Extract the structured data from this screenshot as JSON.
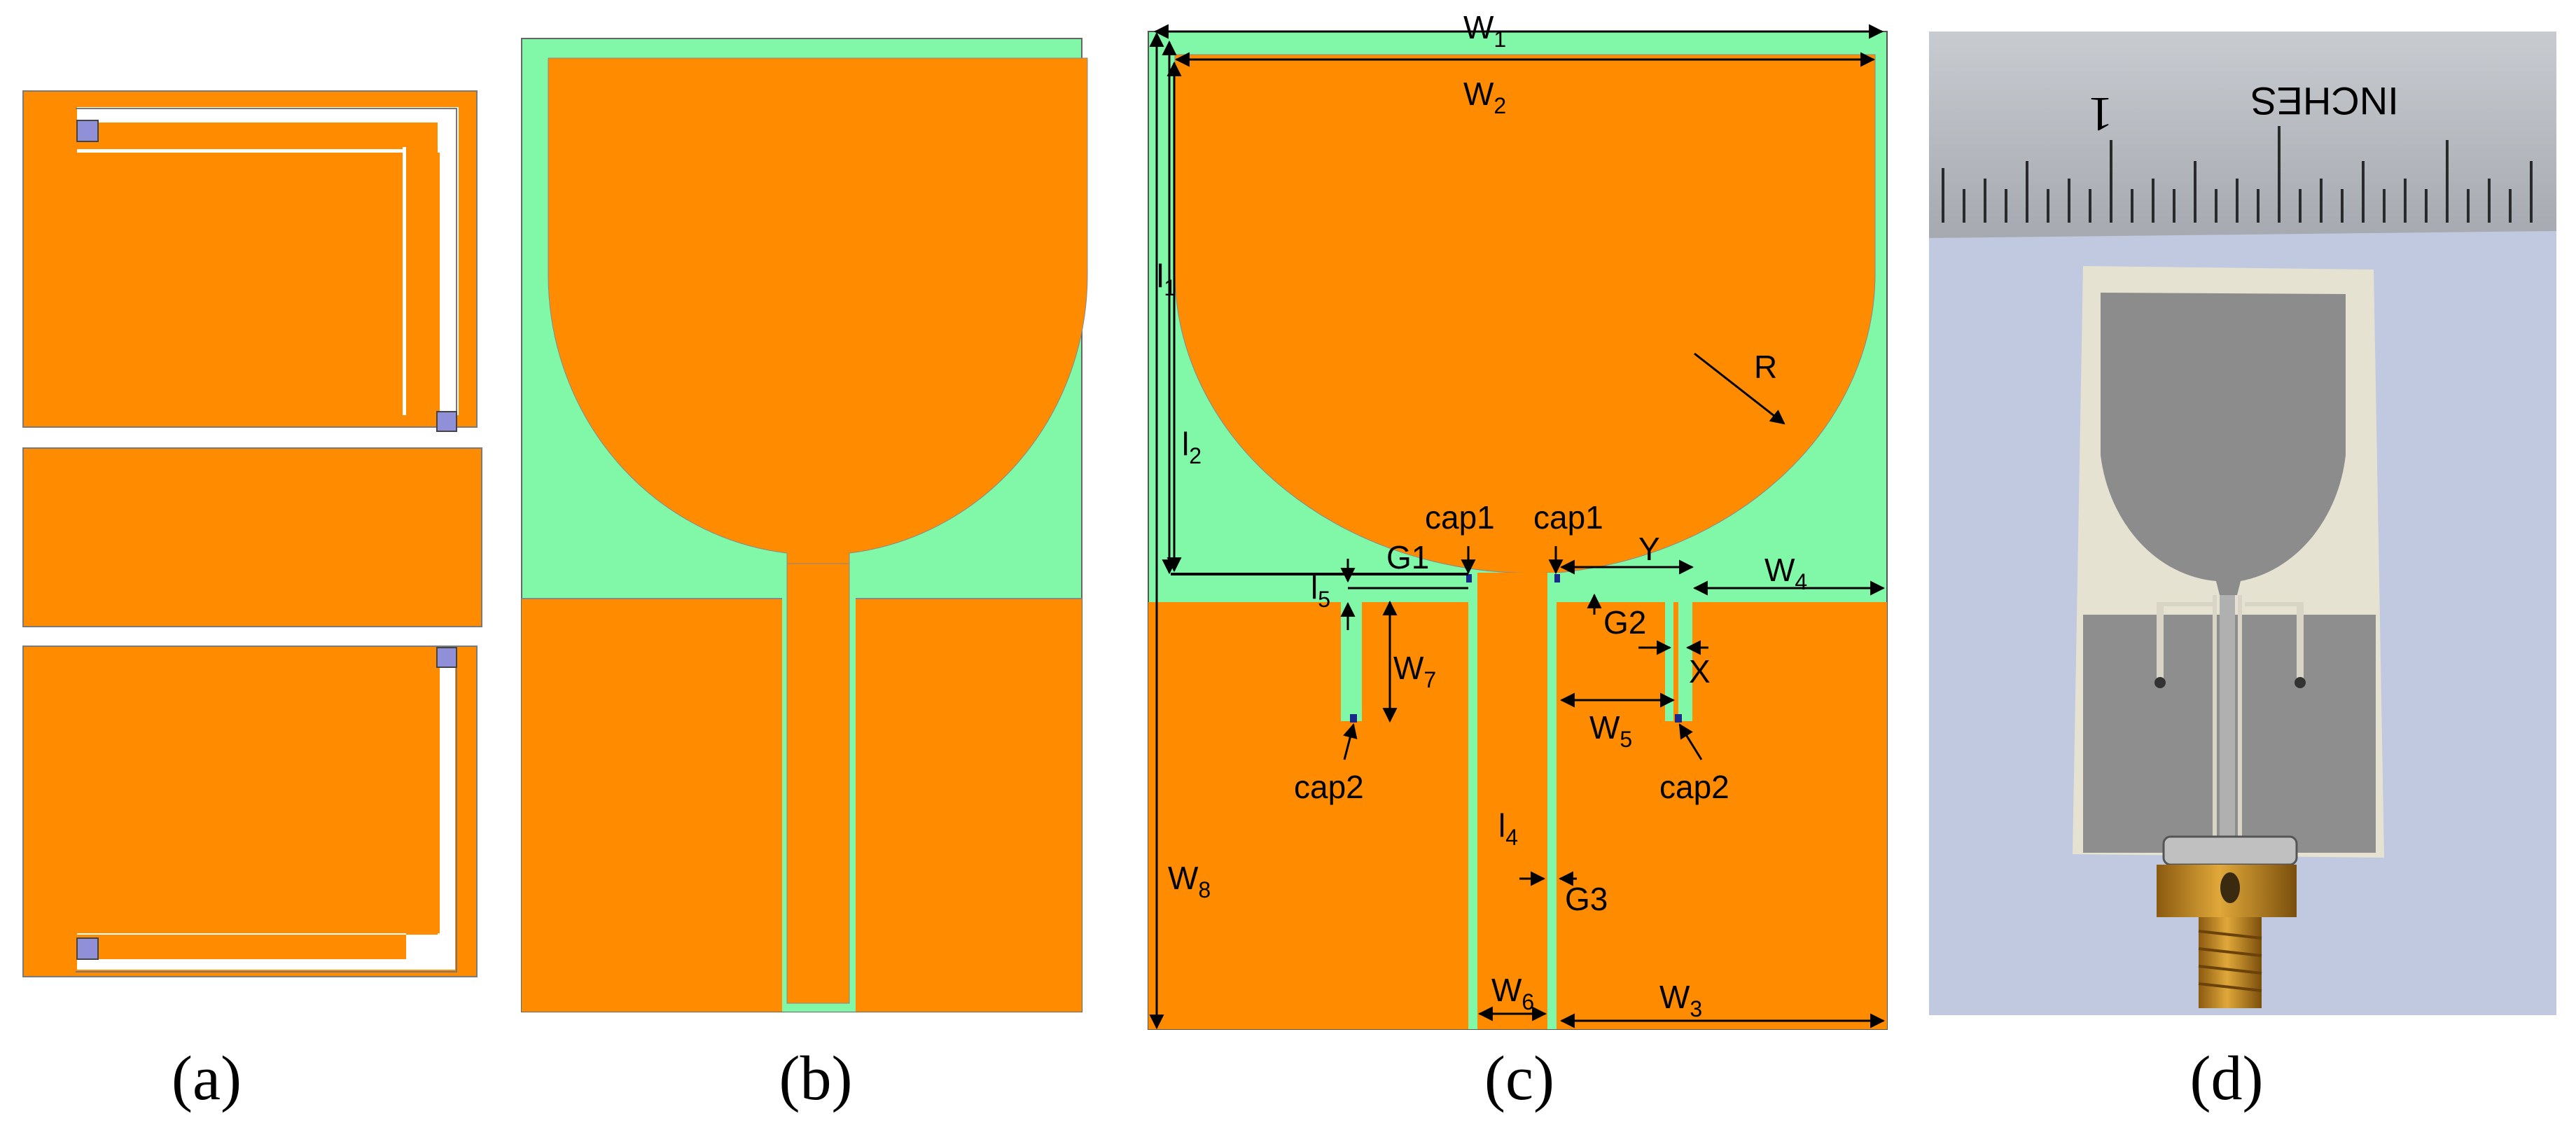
{
  "colors": {
    "copper": "#ff8c00",
    "substrate": "#80f8a8",
    "slot": "#ffffff",
    "capacitor": "#9090d8",
    "dimension_line": "#000000"
  },
  "panels": {
    "a": {
      "caption": "(a)"
    },
    "b": {
      "caption": "(b)"
    },
    "c": {
      "caption": "(c)",
      "labels": {
        "w1": "W",
        "w1_sub": "1",
        "w2": "W",
        "w2_sub": "2",
        "w3": "W",
        "w3_sub": "3",
        "w4": "W",
        "w4_sub": "4",
        "w5": "W",
        "w5_sub": "5",
        "w6": "W",
        "w6_sub": "6",
        "w7": "W",
        "w7_sub": "7",
        "w8": "W",
        "w8_sub": "8",
        "l1": "l",
        "l1_sub": "1",
        "l2": "l",
        "l2_sub": "2",
        "l4": "l",
        "l4_sub": "4",
        "l5": "l",
        "l5_sub": "5",
        "r": "R",
        "cap1_left": "cap1",
        "cap1_right": "cap1",
        "cap2_left": "cap2",
        "cap2_right": "cap2",
        "g1": "G1",
        "g2": "G2",
        "g3": "G3",
        "x": "X",
        "y": "Y"
      }
    },
    "d": {
      "caption": "(d)",
      "ruler_text": "INCHES",
      "ruler_number": "1"
    }
  }
}
